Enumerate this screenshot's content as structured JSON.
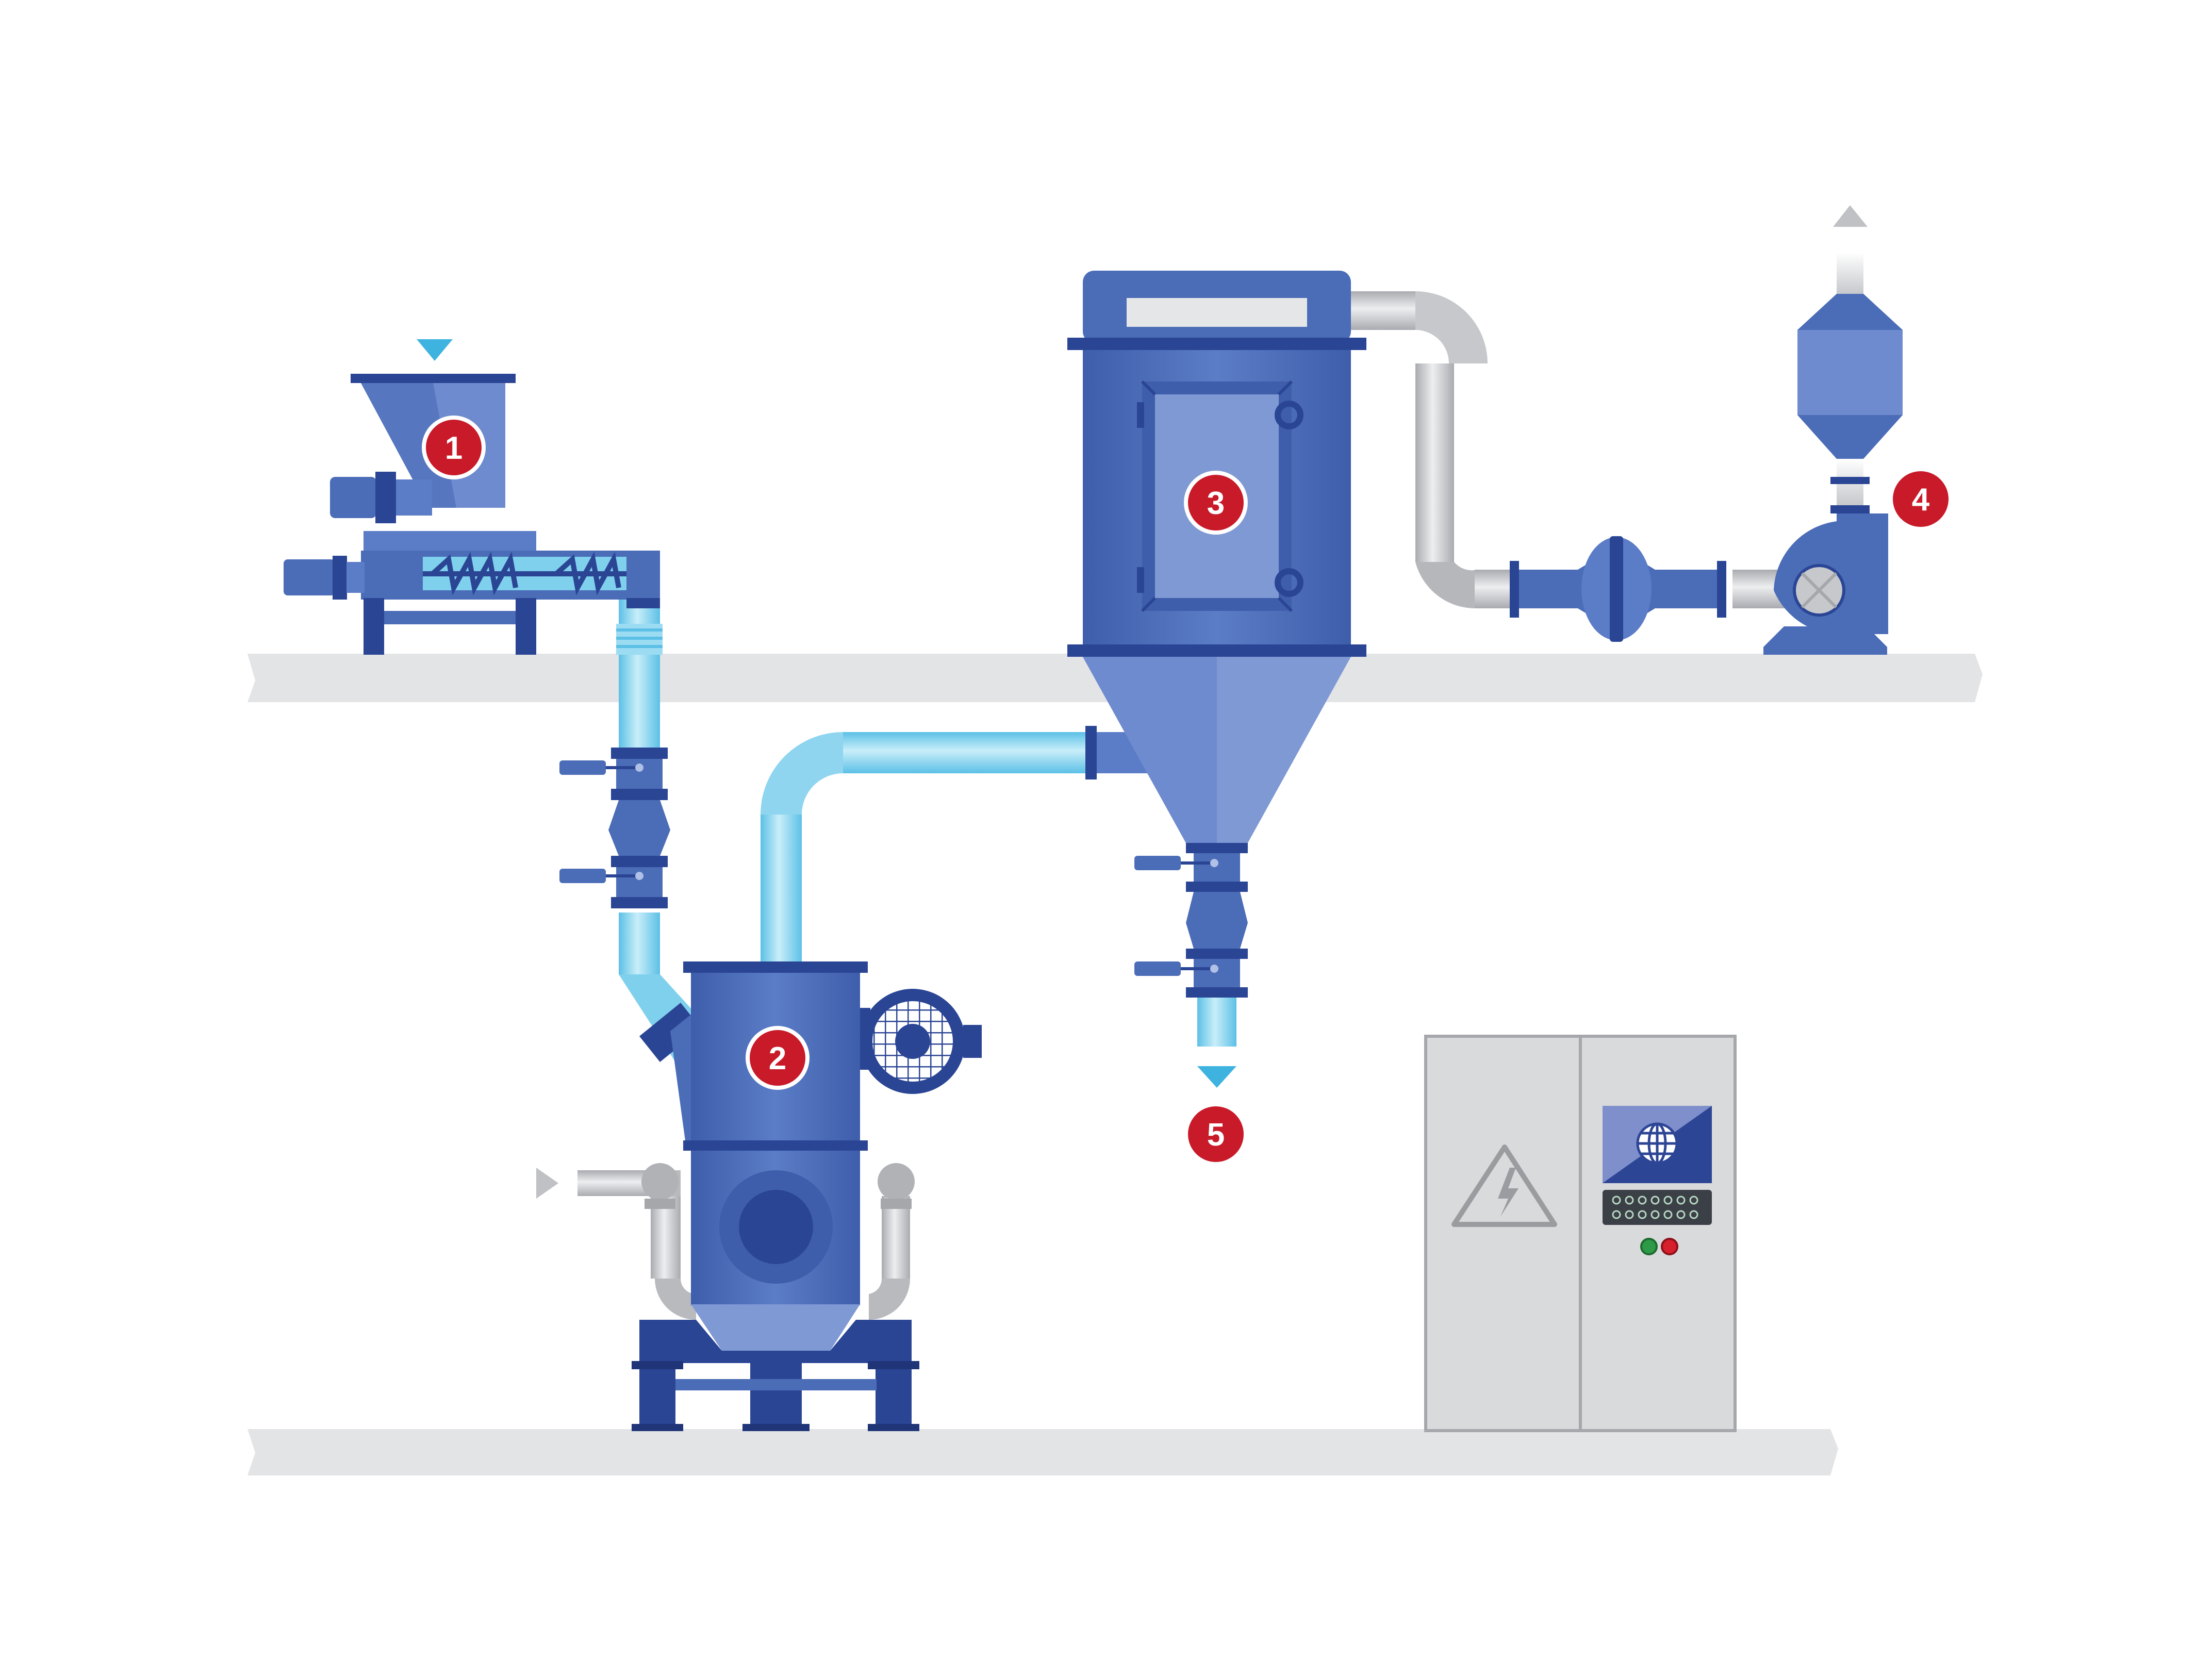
{
  "colors": {
    "background": "#ffffff",
    "floor": "#e3e4e6",
    "machine": "#4b6cb7",
    "machine_light": "#7f99d4",
    "machine_dark": "#2b4595",
    "machine_darkest": "#1f3578",
    "product_pipe": "#7fd0ec",
    "product_pipe_light": "#b9e7f6",
    "air_pipe": "#c6c8cc",
    "air_pipe_light": "#e4e6e8",
    "badge": "#c81a28",
    "badge_ring": "#ffffff",
    "arrow_product": "#3fb3df",
    "arrow_air": "#bfc1c5",
    "cabinet": "#d9dadc",
    "cabinet_edge": "#a5a7ab",
    "screen": "#2d4595",
    "screen_light": "#7f8fcc",
    "led_green": "#2e9a48",
    "led_red": "#d6202c"
  },
  "badges": [
    {
      "label": "1",
      "for": "dosing-screw-feeder"
    },
    {
      "label": "2",
      "for": "mill"
    },
    {
      "label": "3",
      "for": "cyclone-filter"
    },
    {
      "label": "4",
      "for": "exhaust-fan"
    },
    {
      "label": "5",
      "for": "product-outlet"
    }
  ],
  "icons": {
    "hazard": "high-voltage-warning-icon",
    "globe": "globe-icon",
    "inlet_arrow": "arrow-down-icon",
    "air_inlet_arrow": "arrow-right-icon",
    "exhaust_arrow": "arrow-up-icon",
    "outlet_arrow": "arrow-down-icon"
  }
}
